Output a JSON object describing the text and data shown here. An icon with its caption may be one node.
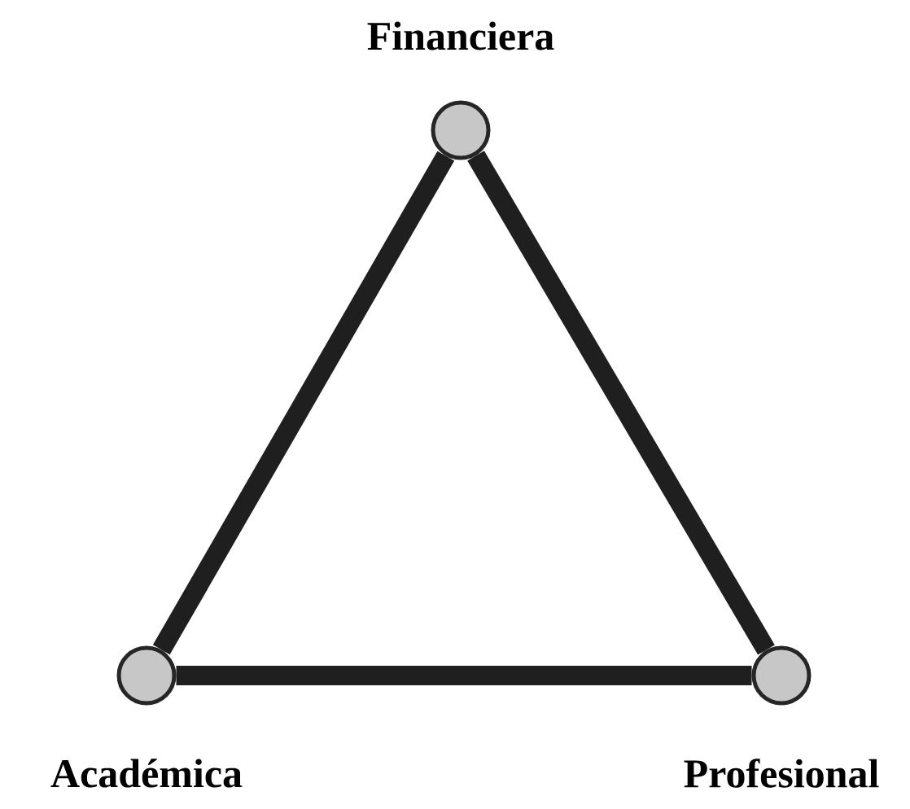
{
  "diagram": {
    "nodes": [
      {
        "text": [
          "Financiera"
        ]
      },
      {
        "text": [
          "Académica"
        ]
      },
      {
        "text": [
          "Profesional"
        ]
      }
    ],
    "edges": [
      {
        "from": 0,
        "to": 1,
        "arrow": "none"
      },
      {
        "from": 1,
        "to": 2,
        "arrow": "none"
      },
      {
        "from": 2,
        "to": 0,
        "arrow": "none"
      }
    ]
  }
}
